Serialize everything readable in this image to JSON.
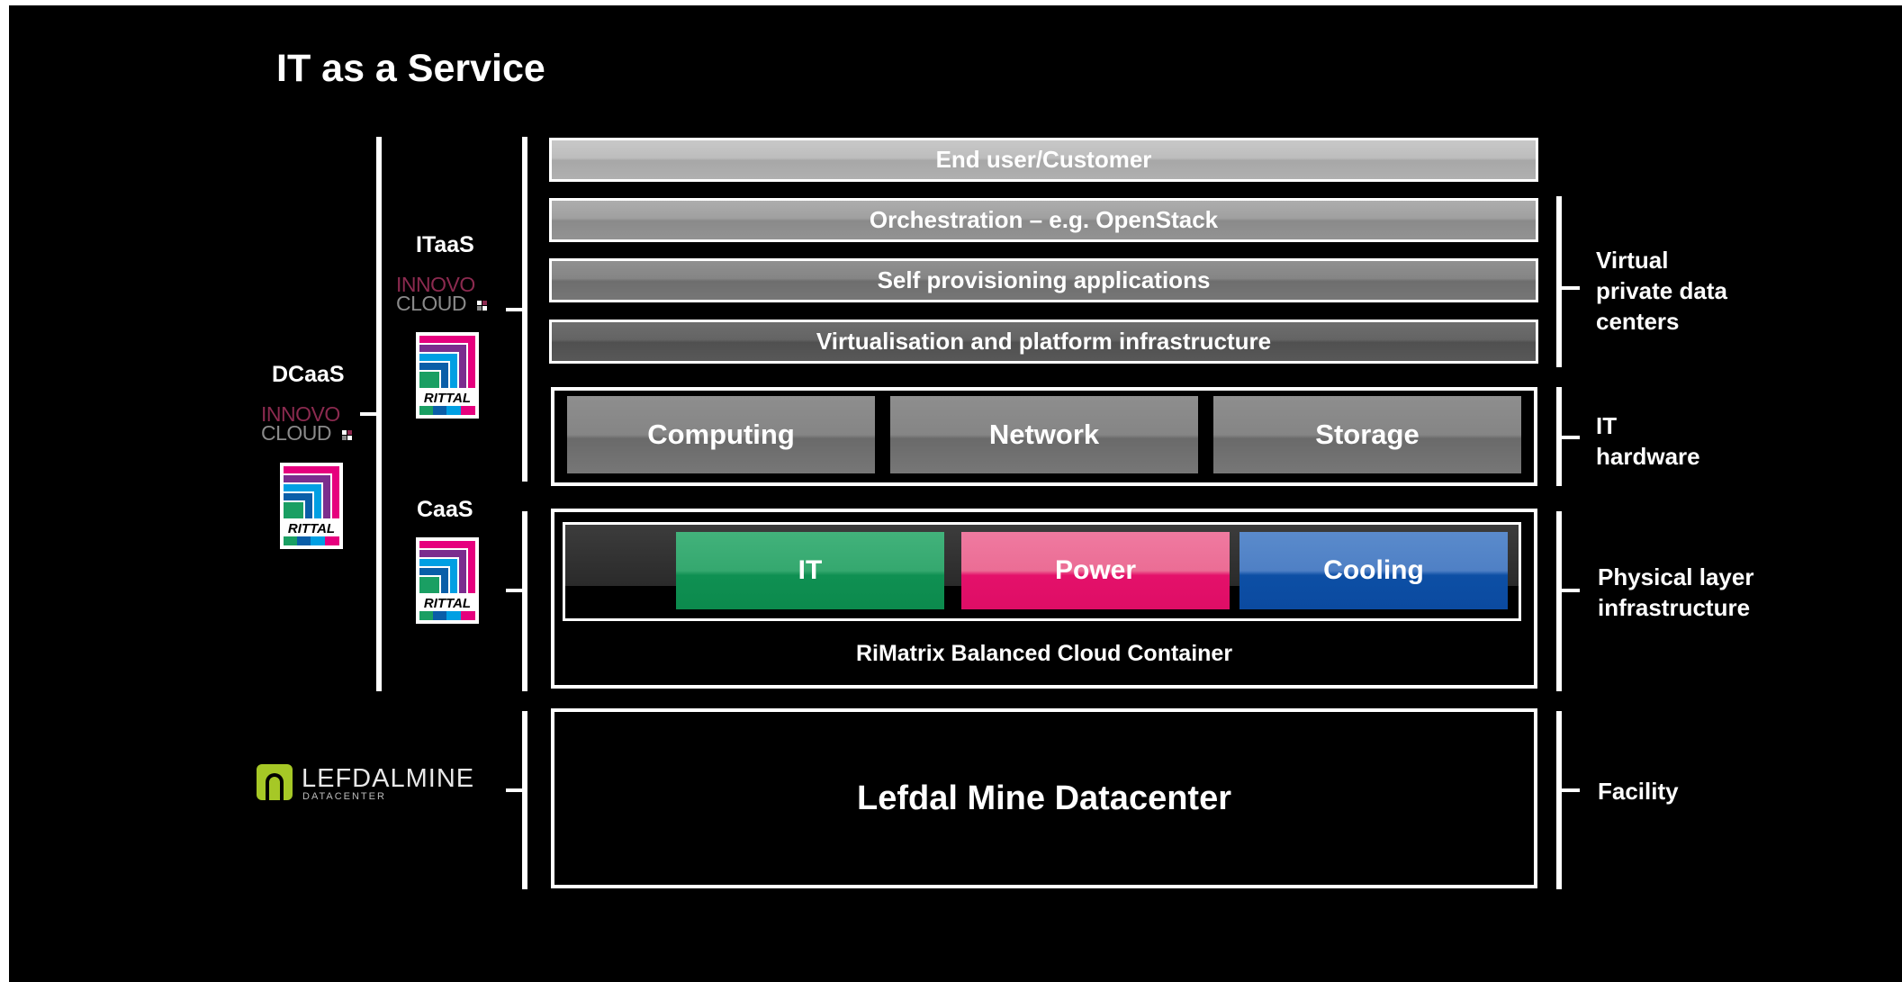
{
  "title": "IT as a Service",
  "left": {
    "dcaas_label": "DCaaS",
    "itaas_label": "ITaaS",
    "caas_label": "CaaS",
    "innovo_top": "INNOVO",
    "innovo_bottom": "CLOUD",
    "rittal_text": "RITTAL",
    "lefdal_logo_main": "LEFDALMINE",
    "lefdal_logo_sub": "DATACENTER"
  },
  "stack": {
    "end_user": "End user/Customer",
    "orchestration": "Orchestration – e.g. OpenStack",
    "self_provisioning": "Self provisioning applications",
    "virtualisation": "Virtualisation and platform infrastructure"
  },
  "hardware": {
    "computing": "Computing",
    "network": "Network",
    "storage": "Storage"
  },
  "physical": {
    "it": "IT",
    "power": "Power",
    "cooling": "Cooling",
    "container_label": "RiMatrix Balanced Cloud Container"
  },
  "facility_box": "Lefdal Mine Datacenter",
  "right_labels": {
    "virtual": "Virtual\nprivate data\ncenters",
    "it_hardware": "IT\nhardware",
    "physical": "Physical layer\ninfrastructure",
    "facility": "Facility"
  },
  "colors": {
    "it": "#1aa360",
    "power": "#e0487f",
    "cooling": "#2c66b6",
    "lefdal_green": "#a6c826",
    "innovo_red": "#8b2a4f"
  }
}
